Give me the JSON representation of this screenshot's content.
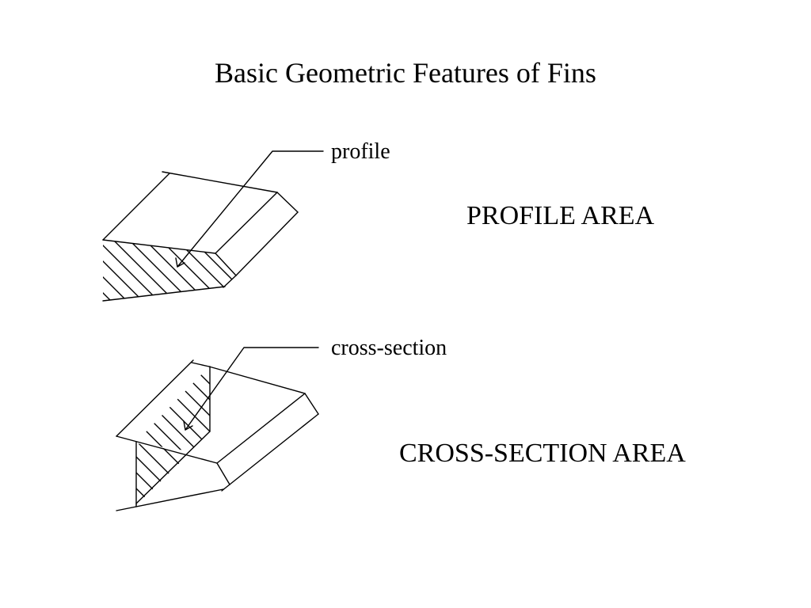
{
  "slide": {
    "title": "Basic Geometric Features of Fins"
  },
  "top_figure": {
    "callout_label": "profile",
    "area_label": "PROFILE AREA"
  },
  "bottom_figure": {
    "callout_label": "cross-section",
    "area_label": "CROSS-SECTION AREA"
  },
  "colors": {
    "background": "#ffffff",
    "ink": "#000000"
  }
}
